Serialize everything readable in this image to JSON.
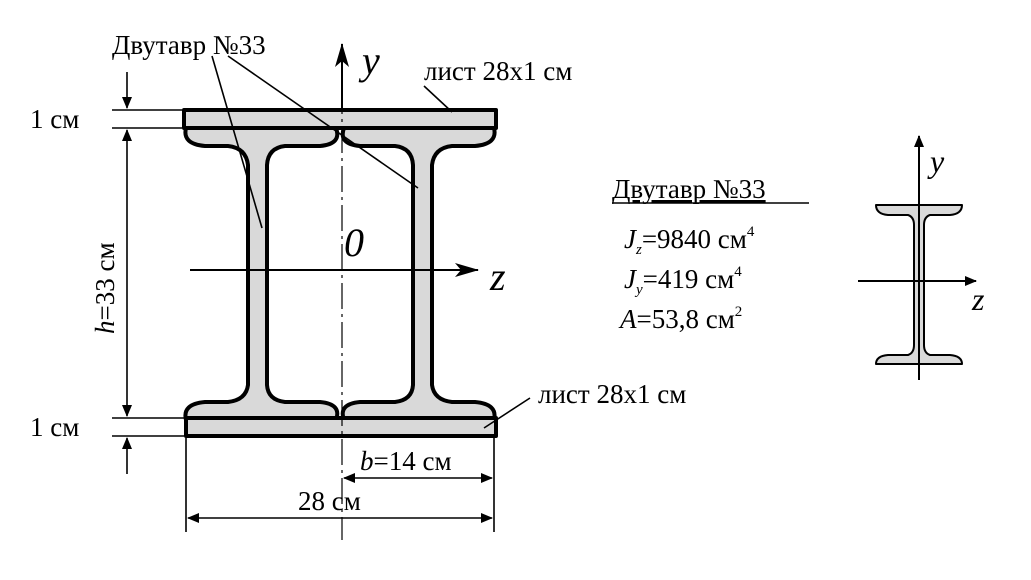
{
  "main_drawing": {
    "ibeam_label": "Двутавр №33",
    "top_plate_label": "лист 28x1 см",
    "bottom_plate_label": "лист 28x1 см",
    "top_plate_thickness": "1 см",
    "bottom_plate_thickness": "1 см",
    "height_dim": "h=33 см",
    "height_var": "h",
    "height_val": "=33 см",
    "flange_half_var": "b",
    "flange_half_val": "=14 см",
    "total_width": "28 см",
    "axis_y": "y",
    "axis_z": "z",
    "origin": "0"
  },
  "properties": {
    "title": "Двутавр №33",
    "jz_symbol": "J",
    "jz_sub": "z",
    "jz_value": "=9840 см",
    "jz_exp": "4",
    "jy_symbol": "J",
    "jy_sub": "y",
    "jy_value": "=419 см",
    "jy_exp": "4",
    "a_symbol": "A",
    "a_value": "=53,8 см",
    "a_exp": "2"
  },
  "small_drawing": {
    "axis_y": "y",
    "axis_z": "z"
  }
}
